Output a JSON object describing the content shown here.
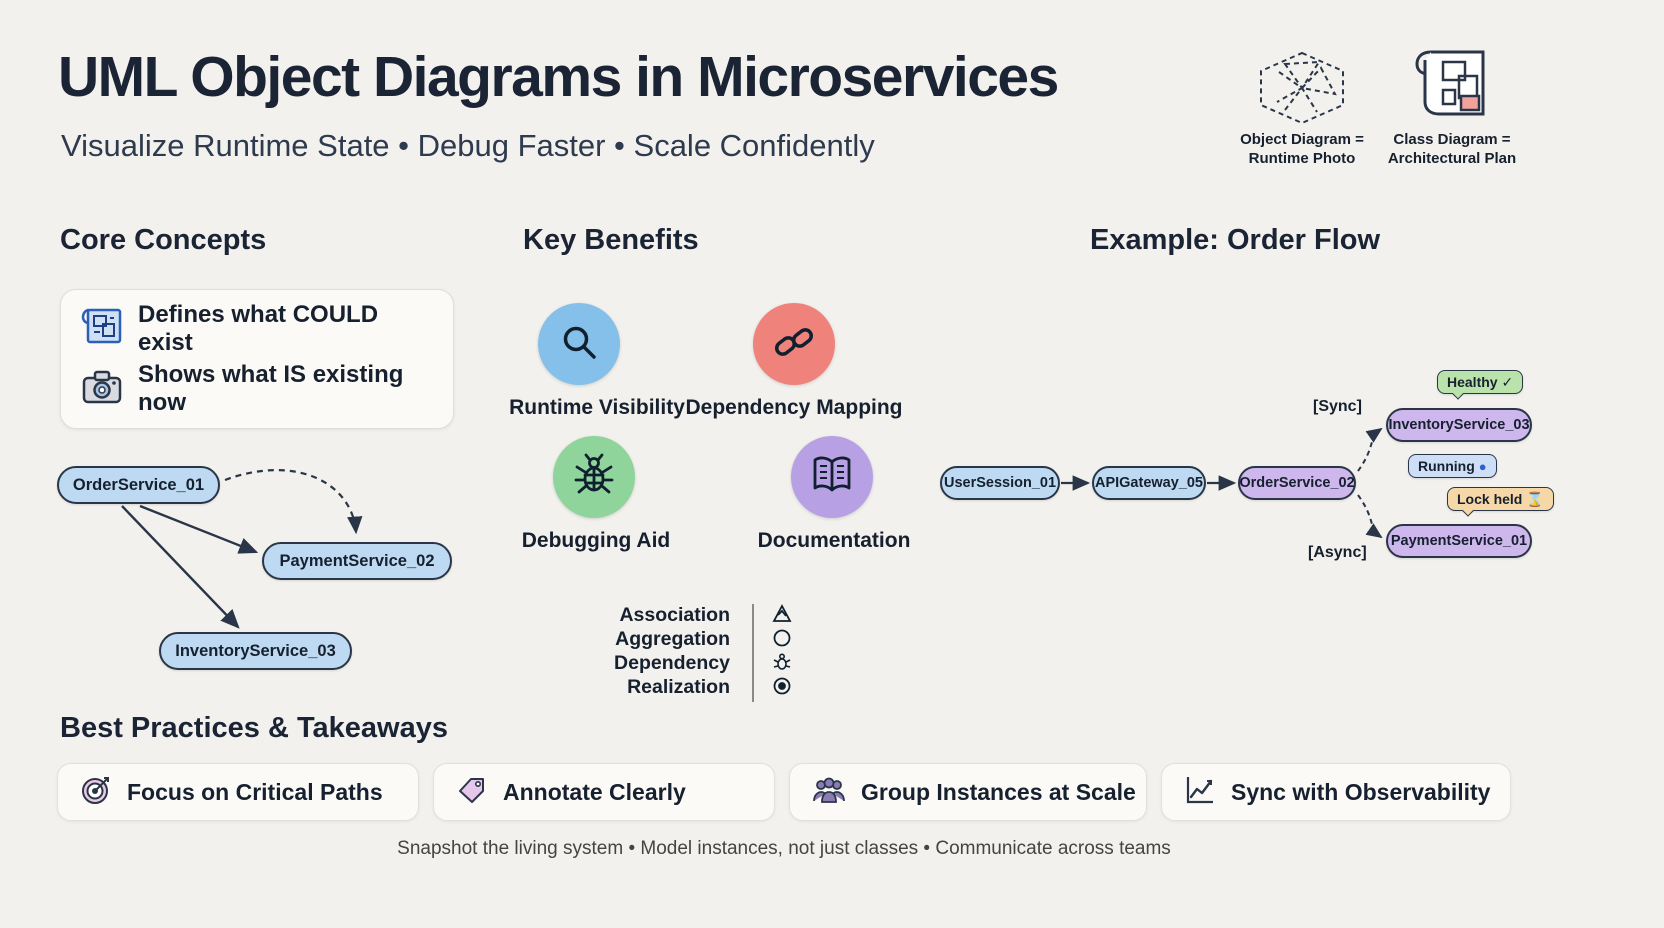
{
  "page": {
    "title": "UML Object Diagrams in Microservices",
    "subtitle": "Visualize Runtime State • Debug Faster • Scale Confidently",
    "footer": "Snapshot the living system • Model instances, not just classes • Communicate across teams"
  },
  "header_legend": {
    "items": [
      {
        "icon": "aperture-icon",
        "label": "Object Diagram =\nRuntime Photo"
      },
      {
        "icon": "blueprint-plan-icon",
        "label": "Class Diagram =\nArchitectural Plan"
      }
    ]
  },
  "core_concepts": {
    "heading": "Core Concepts",
    "card": {
      "items": [
        {
          "icon": "blueprint-icon",
          "text": "Defines what COULD exist"
        },
        {
          "icon": "camera-icon",
          "text": "Shows what IS existing now"
        }
      ]
    },
    "diagram": {
      "nodes": [
        {
          "id": "OrderService_01",
          "color": "#bedaf2"
        },
        {
          "id": "PaymentService_02",
          "color": "#bedaf2"
        },
        {
          "id": "InventoryService_03",
          "color": "#bedaf2"
        }
      ],
      "edges": [
        {
          "from": "OrderService_01",
          "to": "PaymentService_02",
          "style": "dashed"
        },
        {
          "from": "OrderService_01",
          "to": "PaymentService_02",
          "style": "solid"
        },
        {
          "from": "OrderService_01",
          "to": "InventoryService_03",
          "style": "solid"
        }
      ]
    }
  },
  "key_benefits": {
    "heading": "Key Benefits",
    "items": [
      {
        "icon": "magnifier-icon",
        "label": "Runtime Visibility",
        "color": "#84c0e9"
      },
      {
        "icon": "chain-link-icon",
        "label": "Dependency Mapping",
        "color": "#ef837b"
      },
      {
        "icon": "bug-icon",
        "label": "Debugging Aid",
        "color": "#8fd49b"
      },
      {
        "icon": "open-book-icon",
        "label": "Documentation",
        "color": "#b8a0e4"
      }
    ],
    "relationship_legend": {
      "rows": [
        {
          "label": "Association",
          "icon": "triangle-icon"
        },
        {
          "label": "Aggregation",
          "icon": "circle-icon"
        },
        {
          "label": "Dependency",
          "icon": "bug-glyph-icon"
        },
        {
          "label": "Realization",
          "icon": "target-glyph-icon"
        }
      ]
    }
  },
  "order_flow": {
    "heading": "Example: Order Flow",
    "nodes": [
      {
        "id": "UserSession_01",
        "type": "blue"
      },
      {
        "id": "APIGateway_05",
        "type": "blue"
      },
      {
        "id": "OrderService_02",
        "type": "purple"
      },
      {
        "id": "InventoryService_03",
        "type": "purple"
      },
      {
        "id": "PaymentService_01",
        "type": "purple"
      }
    ],
    "edges": [
      {
        "from": "UserSession_01",
        "to": "APIGateway_05",
        "style": "solid",
        "label": ""
      },
      {
        "from": "APIGateway_05",
        "to": "OrderService_02",
        "style": "solid",
        "label": ""
      },
      {
        "from": "OrderService_02",
        "to": "InventoryService_03",
        "style": "dashed",
        "label": "[Sync]"
      },
      {
        "from": "OrderService_02",
        "to": "PaymentService_01",
        "style": "dashed",
        "label": "[Async]"
      }
    ],
    "badges": [
      {
        "text": "Healthy ✓",
        "color": "#b9e3aa"
      },
      {
        "text": "Running",
        "dot": "●",
        "color": "#cddef6"
      },
      {
        "text": "Lock held ⌛",
        "color": "#f6d7a7"
      }
    ]
  },
  "best_practices": {
    "heading": "Best Practices & Takeaways",
    "items": [
      {
        "icon": "target-icon",
        "text": "Focus on Critical Paths"
      },
      {
        "icon": "tag-icon",
        "text": "Annotate Clearly"
      },
      {
        "icon": "group-icon",
        "text": "Group Instances at Scale"
      },
      {
        "icon": "line-chart-icon",
        "text": "Sync with Observability"
      }
    ]
  }
}
